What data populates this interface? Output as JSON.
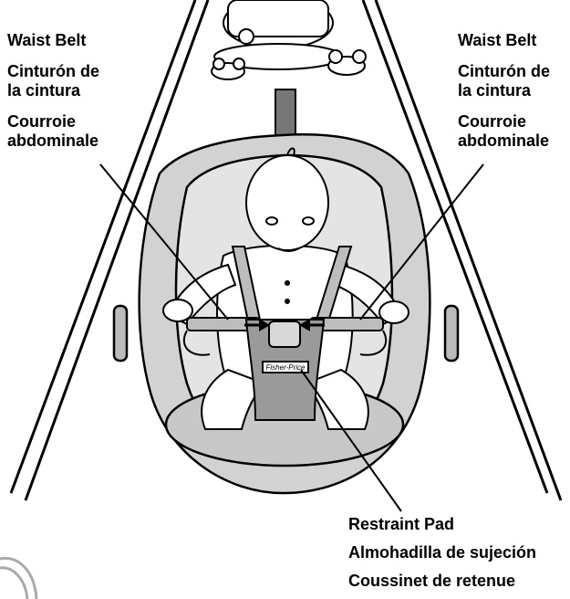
{
  "labels": {
    "left": {
      "en": "Waist Belt",
      "es_line1": "Cinturón de",
      "es_line2": "la cintura",
      "fr_line1": "Courroie",
      "fr_line2": "abdominale"
    },
    "right": {
      "en": "Waist Belt",
      "es_line1": "Cinturón de",
      "es_line2": "la cintura",
      "fr_line1": "Courroie",
      "fr_line2": "abdominale"
    },
    "bottom": {
      "en": "Restraint Pad",
      "es": "Almohadilla de sujeción",
      "fr": "Coussinet de retenue"
    }
  },
  "logo_text": "Fisher-Price",
  "colors": {
    "line": "#000000",
    "seat_gray": "#c8c8c8",
    "pad_gray": "#9a9a9a",
    "pole_gray": "#777777",
    "background": "#ffffff"
  }
}
